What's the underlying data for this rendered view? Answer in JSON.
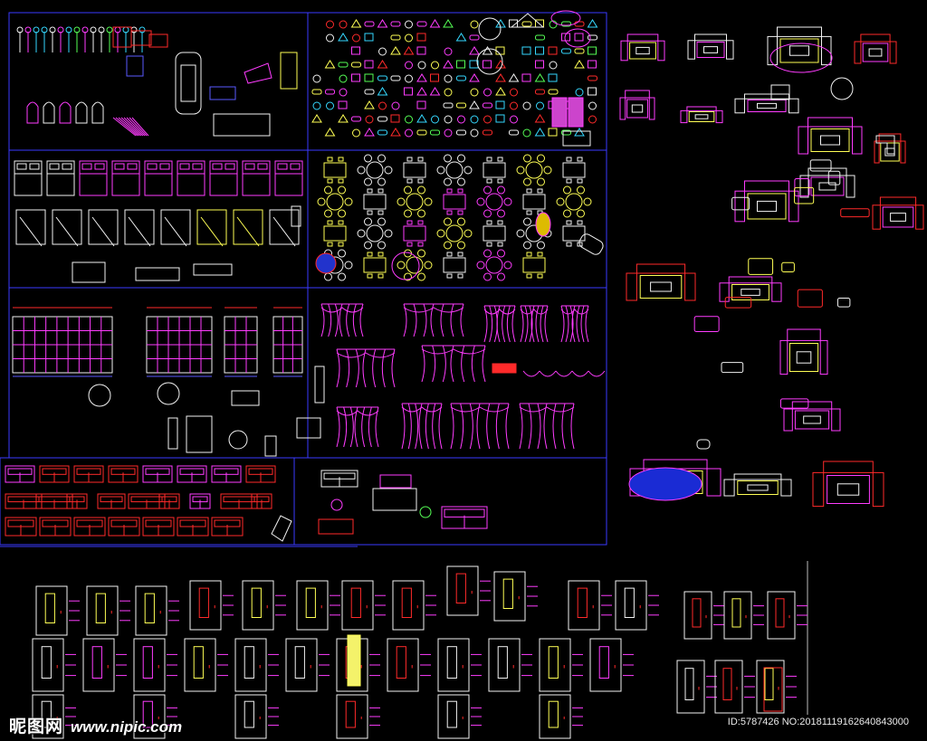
{
  "colors": {
    "frame": "#3a3aff",
    "magenta": "#ff3cff",
    "red": "#ff2a2a",
    "white": "#f2f2f2",
    "yellow": "#ffff55",
    "cyan": "#35d8ff",
    "green": "#55ff55",
    "blue": "#5a5aff"
  },
  "watermark": {
    "brand": "昵图网",
    "url": "www.nipic.com",
    "id_line": "ID:5787426 NO:20181119162640843000"
  },
  "icons": [
    "sofa-icon",
    "bed-icon",
    "table-icon",
    "chair-icon",
    "curtain-icon",
    "door-icon",
    "car-icon",
    "plant-icon"
  ]
}
